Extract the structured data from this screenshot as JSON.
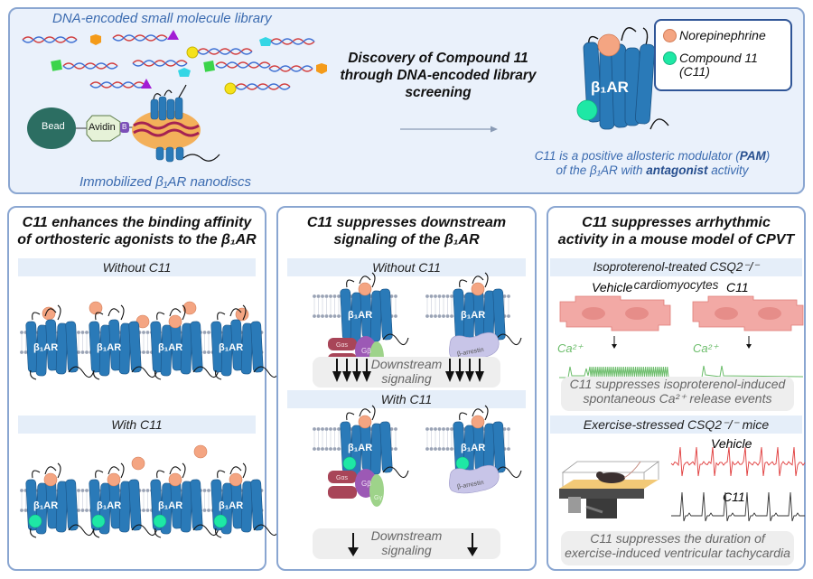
{
  "colors": {
    "receptor": "#2a7ab8",
    "norepinephrine": "#f4a582",
    "compound11": "#1ee8a5",
    "panel_border": "#8aa6d1",
    "accent_blue": "#3b6bb0",
    "legend_border": "#2f5597",
    "calcium_trace": "#6cbd6b",
    "ecg_vehicle": "#e03b3b",
    "ecg_c11": "#333333",
    "cell": "#f2a9a5"
  },
  "top": {
    "library_title": "DNA-encoded small molecule library",
    "bead_label": "Bead",
    "avidin_label": "Avidin",
    "biotin_label": "B",
    "nanodisc_title": "Immobilized β₁AR nanodiscs",
    "discovery_title": "Discovery of Compound 11 through DNA-encoded library screening",
    "receptor_label": "β₁AR",
    "legend": {
      "items": [
        {
          "label": "Norepinephrine",
          "icon": "norepinephrine-dot"
        },
        {
          "label": "Compound 11 (C11)",
          "icon": "compound11-dot"
        }
      ]
    },
    "pam_line1_pre": "C11 is a positive allosteric modulator (",
    "pam_line1_bold": "PAM",
    "pam_line1_post": ")",
    "pam_line2_pre": "of the β₁AR with ",
    "pam_line2_bold": "antagonist",
    "pam_line2_post": " activity"
  },
  "panel1": {
    "title_line1": "C11 enhances the binding affinity",
    "title_line2": "of orthosteric agonists to the β₁AR",
    "without_label": "Without C11",
    "with_label": "With C11",
    "receptor_label": "β₁AR"
  },
  "panel2": {
    "title_line1": "C11 suppresses downstream",
    "title_line2": "signaling of the β₁AR",
    "without_label": "Without C11",
    "with_label": "With C11",
    "receptor_label": "β₁AR",
    "galpha_label": "Gαs",
    "gbeta_label": "Gβ",
    "ggamma_label": "Gγ",
    "arrestin_label": "β-arrestin",
    "downstream_line1": "Downstream",
    "downstream_line2": "signaling"
  },
  "panel3": {
    "title_line1": "C11 suppresses arrhythmic",
    "title_line2": "activity in a mouse model of CPVT",
    "cardiomyocyte_band": "Isoproterenol-treated CSQ2⁻/⁻ cardiomyocytes",
    "vehicle_label": "Vehicle",
    "c11_label": "C11",
    "calcium_label": "Ca²⁺",
    "calcium_summary_line1": "C11 suppresses isoproterenol-induced",
    "calcium_summary_line2": "spontaneous Ca²⁺ release events",
    "mice_band": "Exercise-stressed CSQ2⁻/⁻ mice",
    "ecg_vehicle_label": "Vehicle",
    "ecg_c11_label": "C11",
    "vt_summary_line1": "C11 suppresses the duration of",
    "vt_summary_line2": "exercise-induced ventricular tachycardia"
  }
}
